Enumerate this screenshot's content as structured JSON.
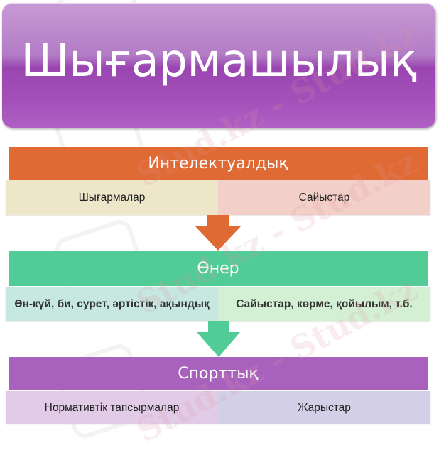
{
  "title": "Шығармашылық",
  "sections": [
    {
      "header": "Интелектуалдық",
      "color": "#e06a34",
      "items": [
        "Шығармалар",
        "Сайыстар"
      ],
      "item_colors": [
        "#ede6c8",
        "#f3cfc9"
      ]
    },
    {
      "header": "Өнер",
      "color": "#52cc96",
      "items": [
        "Ән-күй, би, сурет, әртістік, ақындық",
        "Сайыстар, көрме, қойылым, т.б."
      ],
      "item_colors": [
        "#c6e8e0",
        "#d4f0d4"
      ]
    },
    {
      "header": "Спорттық",
      "color": "#a862be",
      "items": [
        "Нормативтік тапсырмалар",
        "Жарыстар"
      ],
      "item_colors": [
        "#e2cbe6",
        "#d2cfe6"
      ]
    }
  ],
  "watermark": "Stud.kz - Stud.kz"
}
